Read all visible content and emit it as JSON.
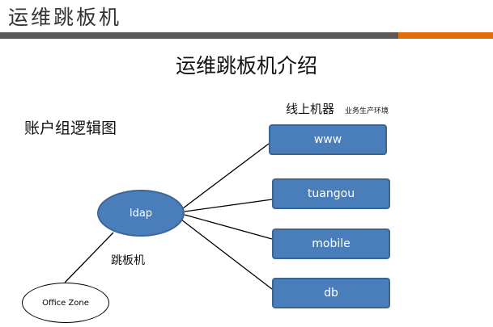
{
  "header": {
    "title": "运维跳板机"
  },
  "slide": {
    "title": "运维跳板机介绍",
    "subtitle": "账户组逻辑图",
    "servers_label": "线上机器",
    "servers_note": "业务生产环境",
    "jump_label": "跳板机"
  },
  "nodes": {
    "ldap": "ldap",
    "office": "Office Zone",
    "servers": [
      "www",
      "tuangou",
      "mobile",
      "db"
    ]
  },
  "colors": {
    "node_fill": "#4a7ebb",
    "node_border": "#3b6595",
    "bar_gray": "#595959",
    "bar_orange": "#e46c0a"
  }
}
